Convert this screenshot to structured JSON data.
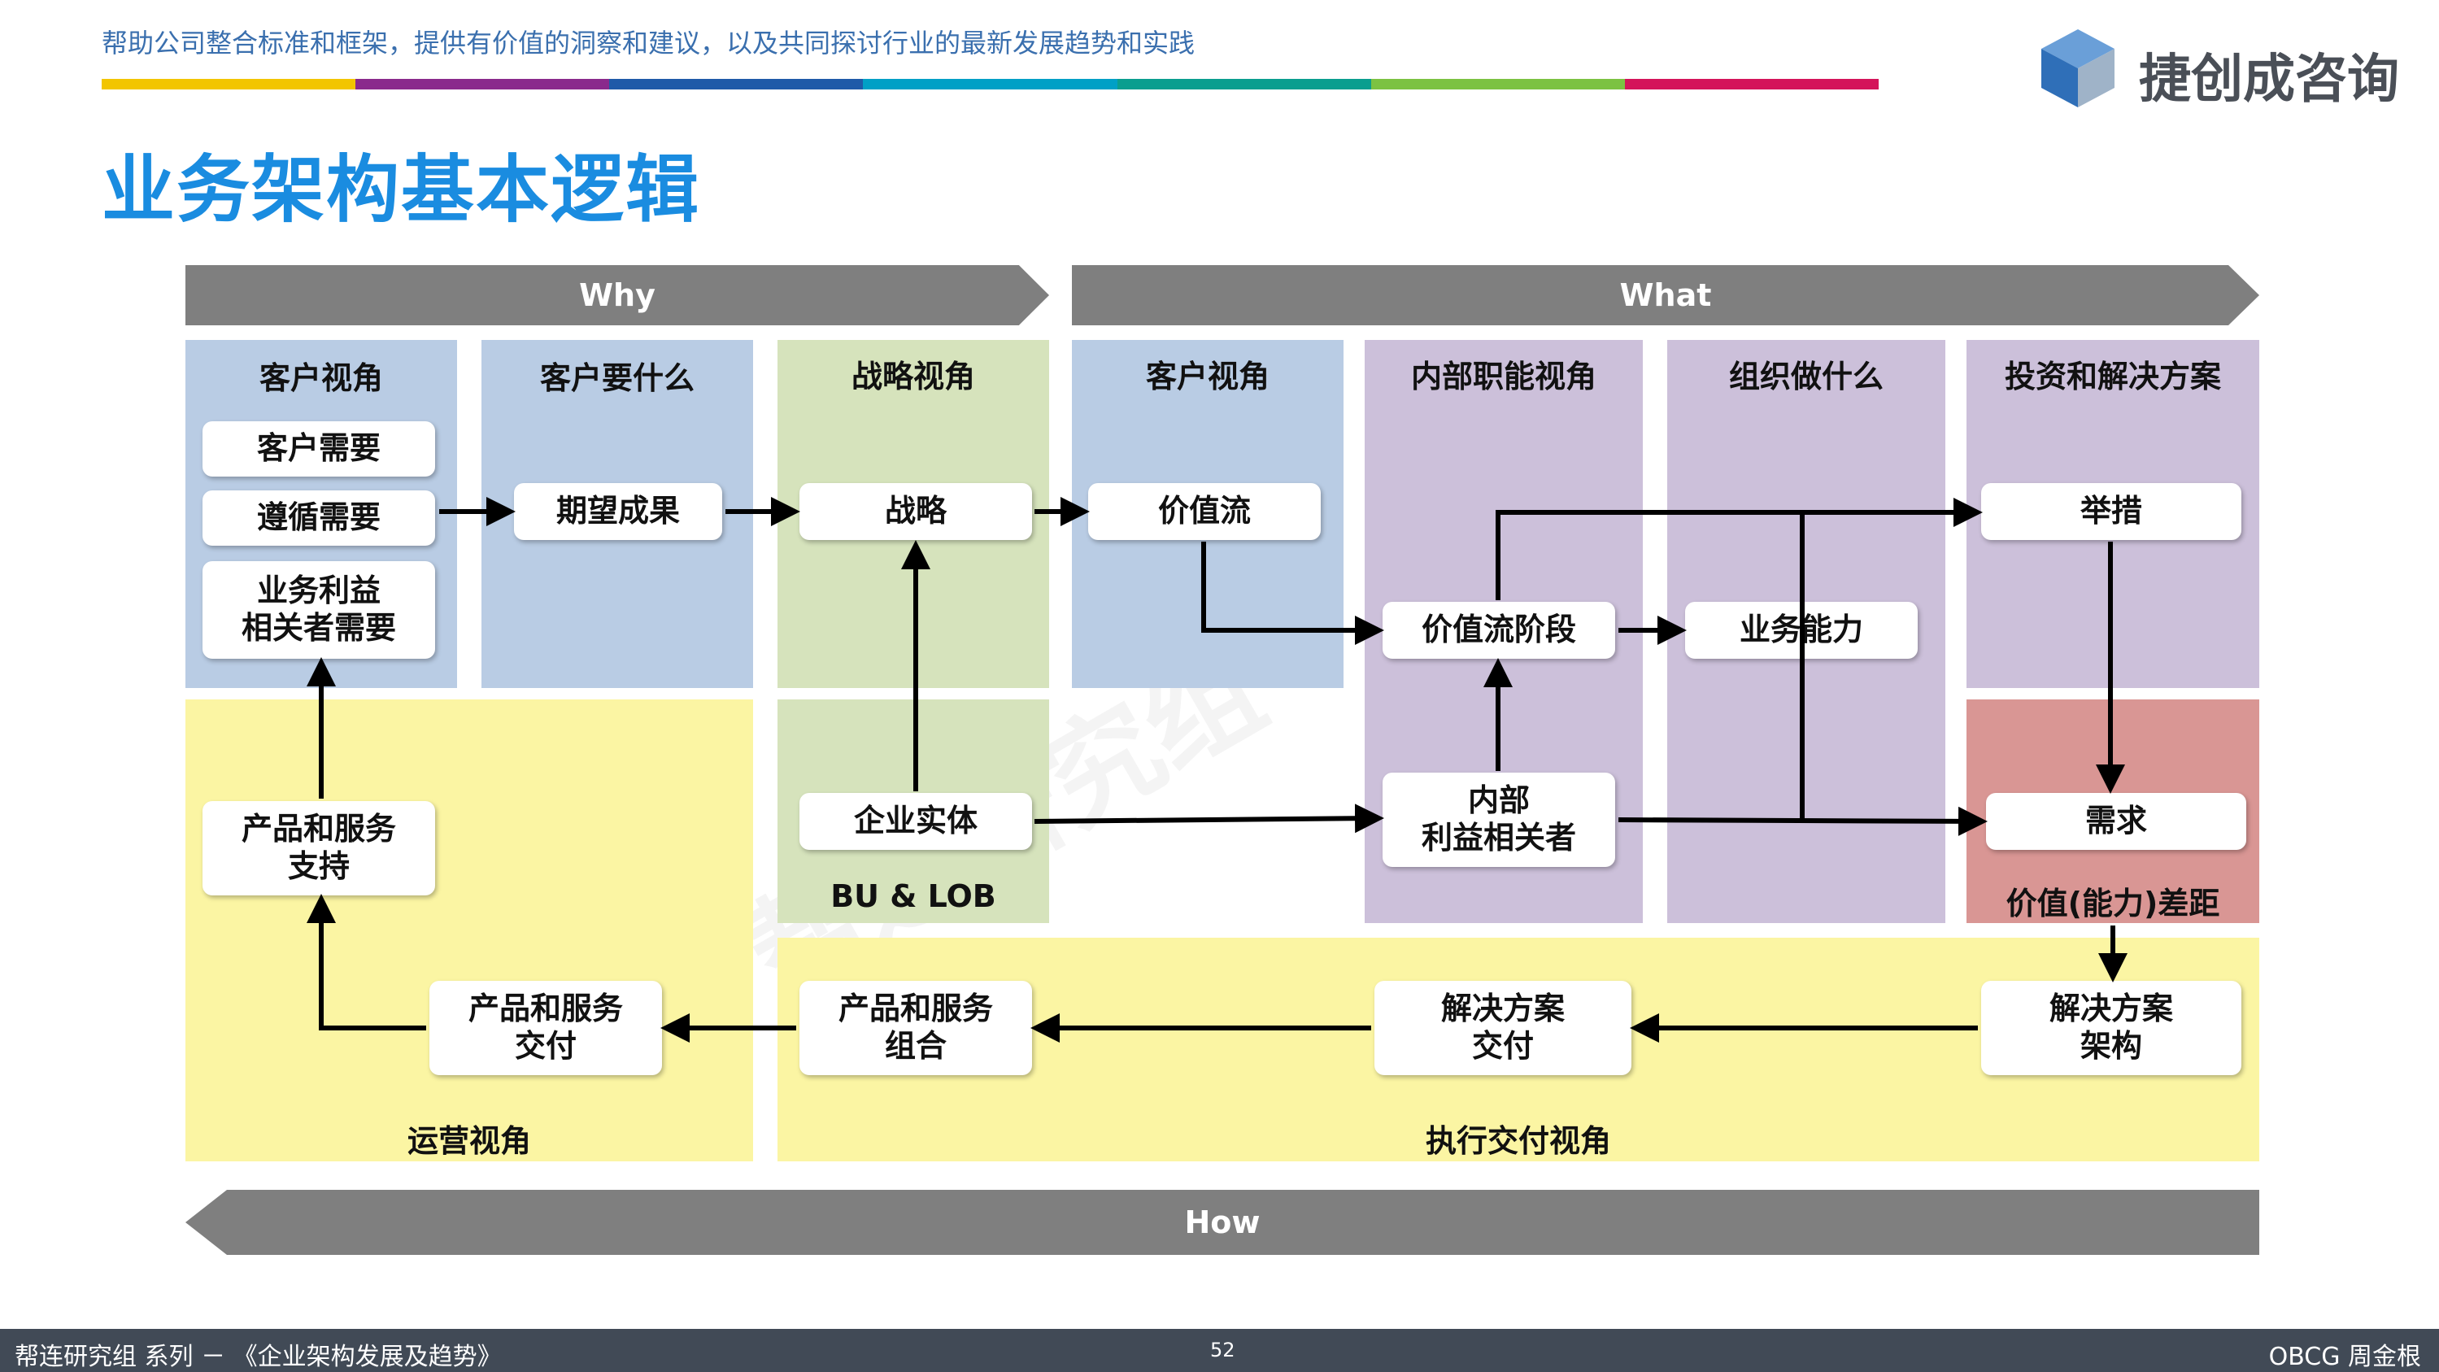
{
  "header": {
    "tagline": "帮助公司整合标准和框架，提供有价值的洞察和建议，以及共同探讨行业的最新发展趋势和实践",
    "colorbar": [
      "#f2c500",
      "#8a2a8c",
      "#1f5aa8",
      "#00a0c6",
      "#0a9e8f",
      "#7cc242",
      "#d4145a"
    ],
    "logo_text": "捷创成咨询",
    "title": "业务架构基本逻辑"
  },
  "banners": {
    "why": "Why",
    "what": "What",
    "how": "How"
  },
  "panels": {
    "customer_view_1": "客户视角",
    "customer_wants": "客户要什么",
    "strategy_view": "战略视角",
    "customer_view_2": "客户视角",
    "internal_function_view": "内部职能视角",
    "org_does": "组织做什么",
    "investment_solution": "投资和解决方案",
    "bu_lob": "BU & LOB",
    "value_gap": "价值(能力)差距",
    "operations_view": "运营视角",
    "execution_view": "执行交付视角"
  },
  "boxes": {
    "customer_needs": "客户需要",
    "compliance_needs": "遵循需要",
    "stakeholder_needs": "业务利益\n相关者需要",
    "expected_outcomes": "期望成果",
    "strategy": "战略",
    "value_stream": "价值流",
    "value_stream_stage": "价值流阶段",
    "business_capability": "业务能力",
    "initiatives": "举措",
    "product_service_support": "产品和服务\n支持",
    "enterprise_entity": "企业实体",
    "internal_stakeholders": "内部\n利益相关者",
    "requirements": "需求",
    "product_service_delivery": "产品和服务\n交付",
    "product_service_portfolio": "产品和服务\n组合",
    "solution_delivery": "解决方案\n交付",
    "solution_architecture": "解决方案\n架构"
  },
  "footer": {
    "left": "帮连研究组 系列 － 《企业架构发展及趋势》",
    "page": "52",
    "right": "OBCG 周金根"
  }
}
